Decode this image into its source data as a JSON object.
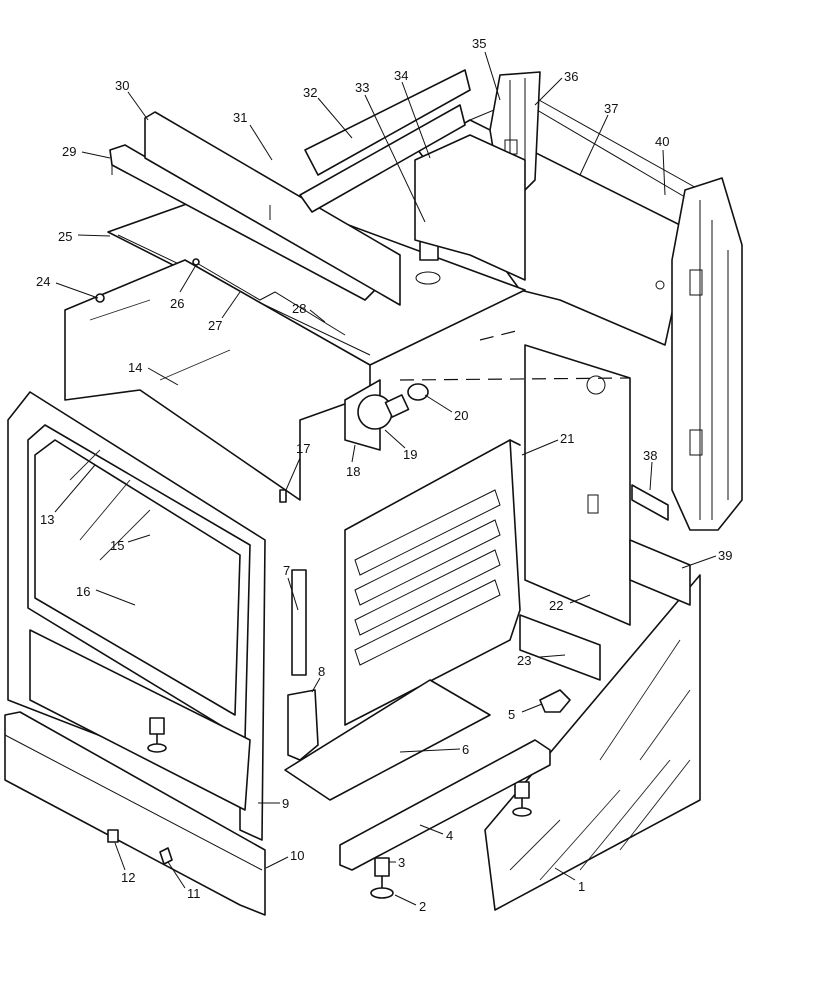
{
  "diagram": {
    "callouts": [
      {
        "id": "1",
        "text": "1"
      },
      {
        "id": "2",
        "text": "2"
      },
      {
        "id": "3",
        "text": "3"
      },
      {
        "id": "4",
        "text": "4"
      },
      {
        "id": "5",
        "text": "5"
      },
      {
        "id": "6",
        "text": "6"
      },
      {
        "id": "7",
        "text": "7"
      },
      {
        "id": "8",
        "text": "8"
      },
      {
        "id": "9",
        "text": "9"
      },
      {
        "id": "10",
        "text": "10"
      },
      {
        "id": "11",
        "text": "11"
      },
      {
        "id": "12",
        "text": "12"
      },
      {
        "id": "13",
        "text": "13"
      },
      {
        "id": "14",
        "text": "14"
      },
      {
        "id": "15",
        "text": "15"
      },
      {
        "id": "16",
        "text": "16"
      },
      {
        "id": "17",
        "text": "17"
      },
      {
        "id": "18",
        "text": "18"
      },
      {
        "id": "19",
        "text": "19"
      },
      {
        "id": "20",
        "text": "20"
      },
      {
        "id": "21",
        "text": "21"
      },
      {
        "id": "22",
        "text": "22"
      },
      {
        "id": "23",
        "text": "23"
      },
      {
        "id": "24",
        "text": "24"
      },
      {
        "id": "25",
        "text": "25"
      },
      {
        "id": "26",
        "text": "26"
      },
      {
        "id": "27",
        "text": "27"
      },
      {
        "id": "28",
        "text": "28"
      },
      {
        "id": "29",
        "text": "29"
      },
      {
        "id": "30",
        "text": "30"
      },
      {
        "id": "31",
        "text": "31"
      },
      {
        "id": "32",
        "text": "32"
      },
      {
        "id": "33",
        "text": "33"
      },
      {
        "id": "34",
        "text": "34"
      },
      {
        "id": "35",
        "text": "35"
      },
      {
        "id": "36",
        "text": "36"
      },
      {
        "id": "37",
        "text": "37"
      },
      {
        "id": "38",
        "text": "38"
      },
      {
        "id": "39",
        "text": "39"
      },
      {
        "id": "40",
        "text": "40"
      }
    ]
  }
}
